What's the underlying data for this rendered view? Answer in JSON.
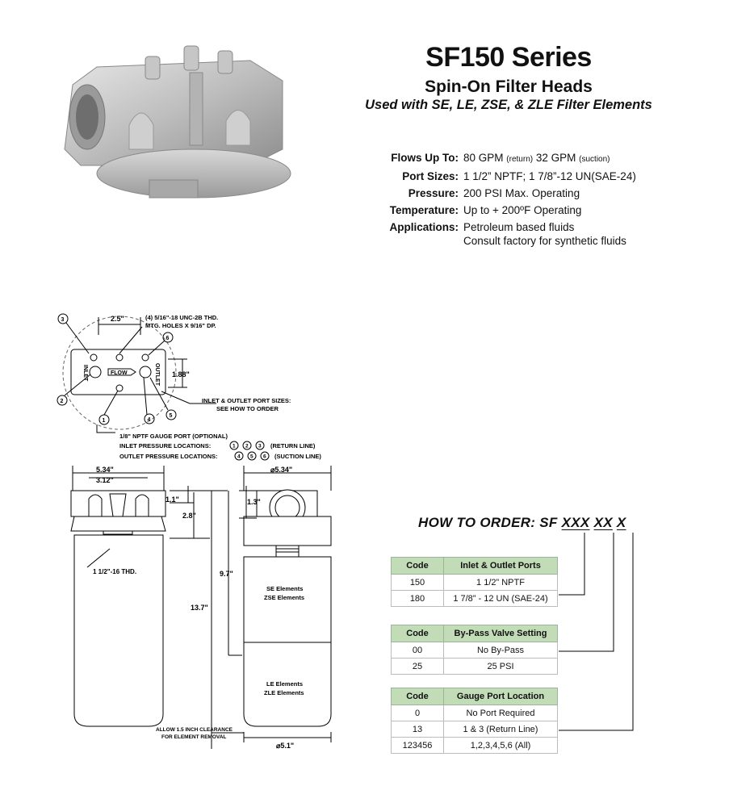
{
  "header": {
    "title": "SF150 Series",
    "subtitle": "Spin-On Filter Heads",
    "tagline": "Used with SE, LE, ZSE, & ZLE Filter Elements"
  },
  "specs": {
    "flows_label": "Flows Up To:",
    "flows_v1": "80 GPM",
    "flows_s1": "(return)",
    "flows_v2": "32 GPM",
    "flows_s2": "(suction)",
    "ports_label": "Port Sizes:",
    "ports_value": "1 1/2” NPTF; 1 7/8”-12 UN(SAE-24)",
    "pressure_label": "Pressure:",
    "pressure_value": "200 PSI Max. Operating",
    "temperature_label": "Temperature:",
    "temperature_value": "Up to + 200ºF Operating",
    "applications_label": "Applications:",
    "applications_value1": "Petroleum based fluids",
    "applications_value2": "Consult factory for synthetic fluids"
  },
  "order": {
    "prefix": "HOW TO ORDER: SF",
    "seg1": "XXX",
    "seg2": "XX",
    "seg3": "X"
  },
  "tables": {
    "ports": {
      "h1": "Code",
      "h2": "Inlet & Outlet Ports",
      "rows": [
        [
          "150",
          "1 1/2” NPTF"
        ],
        [
          "180",
          "1 7/8” - 12 UN (SAE-24)"
        ]
      ]
    },
    "bypass": {
      "h1": "Code",
      "h2": "By-Pass Valve Setting",
      "rows": [
        [
          "00",
          "No By-Pass"
        ],
        [
          "25",
          "25 PSI"
        ]
      ]
    },
    "gauge": {
      "h1": "Code",
      "h2": "Gauge Port Location",
      "rows": [
        [
          "0",
          "No Port Required"
        ],
        [
          "13",
          "1 & 3 (Return Line)"
        ],
        [
          "123456",
          "1,2,3,4,5,6 (All)"
        ]
      ]
    }
  },
  "drawing": {
    "top_dim_25": "2.5\"",
    "mtg_note1": "(4) 5/16\"-18 UNC-2B THD.",
    "mtg_note2": "MTG. HOLES X 9/16\" DP.",
    "inlet": "INLET",
    "outlet": "OUTLET",
    "flow": "FLOW",
    "dim_188": "1.88\"",
    "port_note1": "INLET & OUTLET PORT SIZES:",
    "port_note2": "SEE HOW TO ORDER",
    "gauge_note": "1/8\" NPTF GAUGE PORT (OPTIONAL)",
    "inlet_loc": "INLET PRESSURE LOCATIONS:",
    "outlet_loc": "OUTLET PRESSURE LOCATIONS:",
    "return_line": "(RETURN LINE)",
    "suction_line": "(SUCTION LINE)",
    "n1": "1",
    "n2": "2",
    "n3": "3",
    "n4": "4",
    "n5": "5",
    "n6": "6",
    "dim_534": "5.34\"",
    "dim_312": "3.12\"",
    "dim_11": "1.1\"",
    "dim_28": "2.8\"",
    "dim_97": "9.7\"",
    "dim_137": "13.7\"",
    "thread": "1 1/2\"-16 THD.",
    "dia_534": "⌀5.34\"",
    "dim_13": "1.3\"",
    "se_elem": "SE Elements",
    "zse_elem": "ZSE Elements",
    "le_elem": "LE Elements",
    "zle_elem": "ZLE Elements",
    "clear1": "ALLOW 1.5 INCH CLEARANCE",
    "clear2": "FOR ELEMENT REMOVAL",
    "dia_51": "⌀5.1\""
  }
}
